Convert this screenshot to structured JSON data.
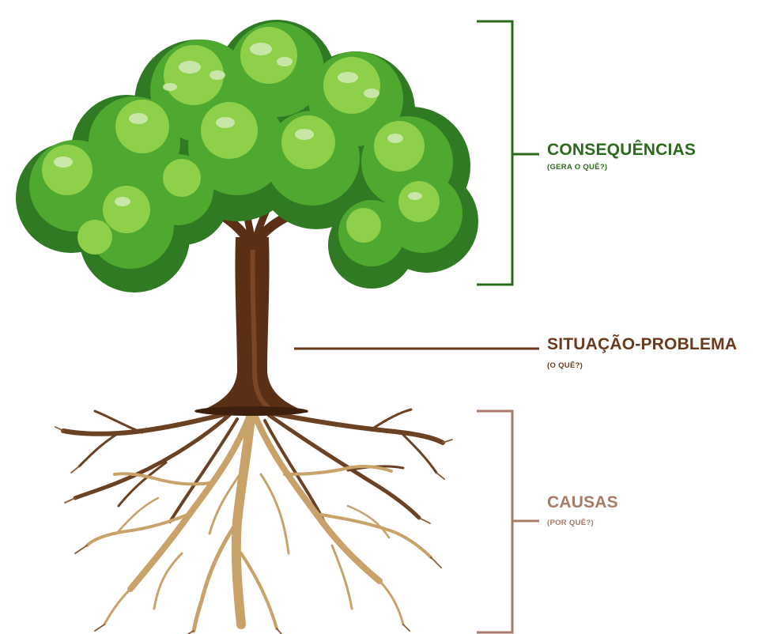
{
  "colors": {
    "consequences": "#2a6a1a",
    "problem": "#6b3a1c",
    "causes": "#a87a68",
    "trunk": "#5a2f16",
    "root_light": "#c9a26a",
    "root_dark": "#6b4124",
    "leaf_dark": "#2f7a22",
    "leaf_mid": "#4fa82f",
    "leaf_light": "#8fd04a",
    "leaf_highlight": "#cfe9b0"
  },
  "labels": {
    "consequences": {
      "title": "CONSEQUÊNCIAS",
      "subtitle": "(GERA O QUÊ?)"
    },
    "problem": {
      "title": "SITUAÇÃO-PROBLEMA",
      "subtitle": "(O QUÊ?)"
    },
    "causes": {
      "title": "CAUSAS",
      "subtitle": "(POR QUÊ?)"
    }
  },
  "icons": {
    "illustration": "tree-with-roots-icon"
  }
}
